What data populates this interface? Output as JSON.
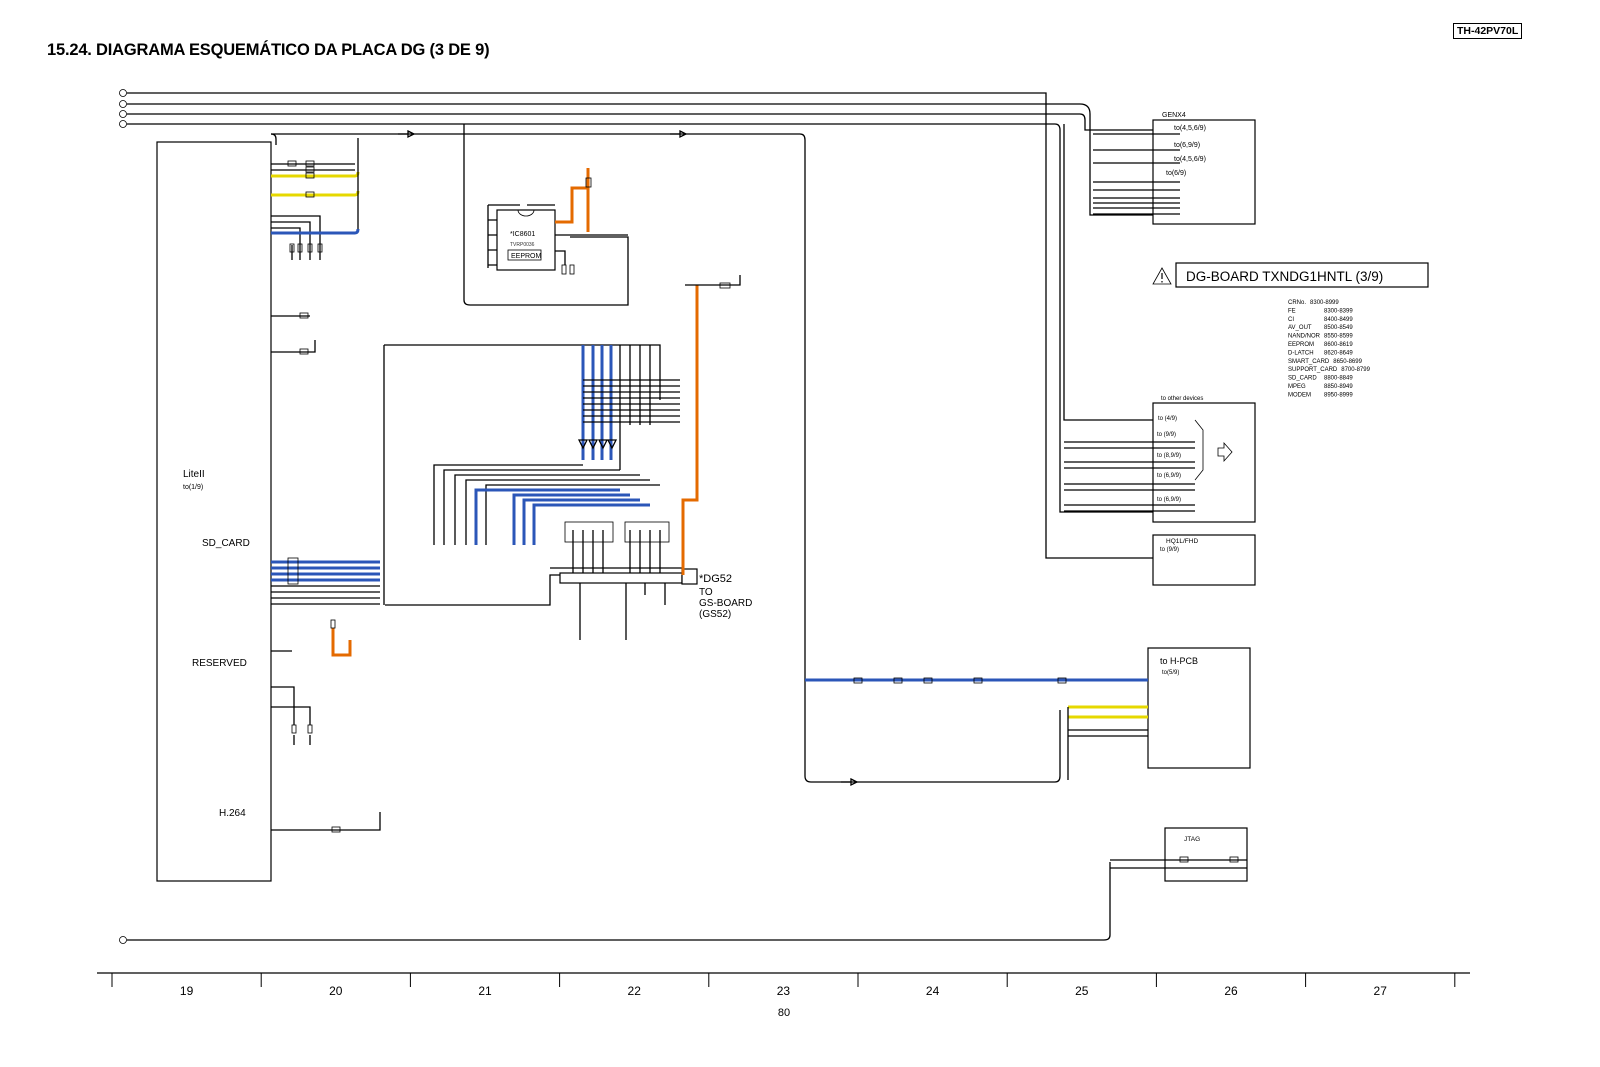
{
  "header": {
    "title": "15.24. DIAGRAMA ESQUEMÁTICO DA PLACA DG (3 DE 9)",
    "model": "TH-42PV70L"
  },
  "left_block": {
    "name": "LiteII",
    "ref": "to(1/9)",
    "sd_card": "SD_CARD",
    "reserved": "RESERVED",
    "h264": "H.264"
  },
  "eeprom": {
    "ref": "*IC8601",
    "part": "TVRP0036",
    "label": "EEPROM"
  },
  "connector": {
    "ref": "*DG52",
    "line1": "TO",
    "line2": "GS-BOARD",
    "line3": "(GS52)"
  },
  "genx4": {
    "title": "GENX4",
    "refs": [
      "to(4,5,6/9)",
      "to(6,9/9)",
      "to(4,5,6/9)",
      "to(6/9)"
    ]
  },
  "board_title": {
    "warning_icon": "warning-triangle-icon",
    "text": "DG-BOARD TXNDG1HNTL (3/9)"
  },
  "legend": [
    {
      "name": "CRNo.",
      "range": "8300-8999"
    },
    {
      "name": "FE",
      "range": "8300-8399"
    },
    {
      "name": "CI",
      "range": "8400-8499"
    },
    {
      "name": "AV_OUT",
      "range": "8500-8549"
    },
    {
      "name": "NAND/NOR",
      "range": "8550-8599"
    },
    {
      "name": "EEPROM",
      "range": "8600-8619"
    },
    {
      "name": "D-LATCH",
      "range": "8620-8649"
    },
    {
      "name": "SMART_CARD",
      "range": "8650-8699"
    },
    {
      "name": "SUPPORT_CARD",
      "range": "8700-8799"
    },
    {
      "name": "SD_CARD",
      "range": "8800-8849"
    },
    {
      "name": "MPEG",
      "range": "8850-8949"
    },
    {
      "name": "MODEM",
      "range": "8950-8999"
    }
  ],
  "other_devices": {
    "title": "to other devices",
    "refs": [
      "to (4/9)",
      "to (9/9)",
      "to (8,9/9)",
      "to (6,9/9)",
      "to (6,9/9)"
    ]
  },
  "hq1l": {
    "title": "HQ1L/FHD",
    "ref": "to (9/9)"
  },
  "hpcb": {
    "title": "to H-PCB",
    "ref": "to(5/9)"
  },
  "jtag": {
    "title": "JTAG"
  },
  "ruler": {
    "columns": [
      "19",
      "20",
      "21",
      "22",
      "23",
      "24",
      "25",
      "26",
      "27"
    ],
    "page": "80"
  },
  "colors": {
    "orange": "#e46a00",
    "blue": "#2b56b8",
    "yellow": "#e6d800"
  }
}
